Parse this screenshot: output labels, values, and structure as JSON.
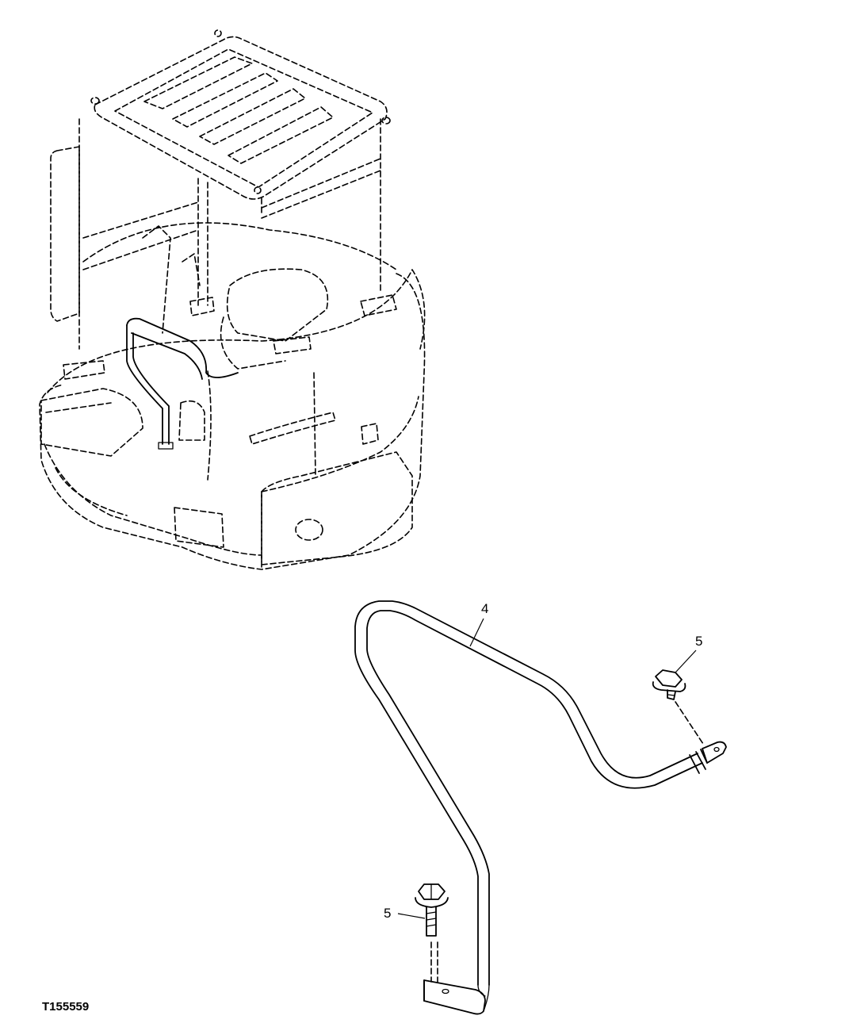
{
  "callouts": {
    "c4": "4",
    "c5a": "5",
    "c5b": "5"
  },
  "figure_id": "T155559"
}
